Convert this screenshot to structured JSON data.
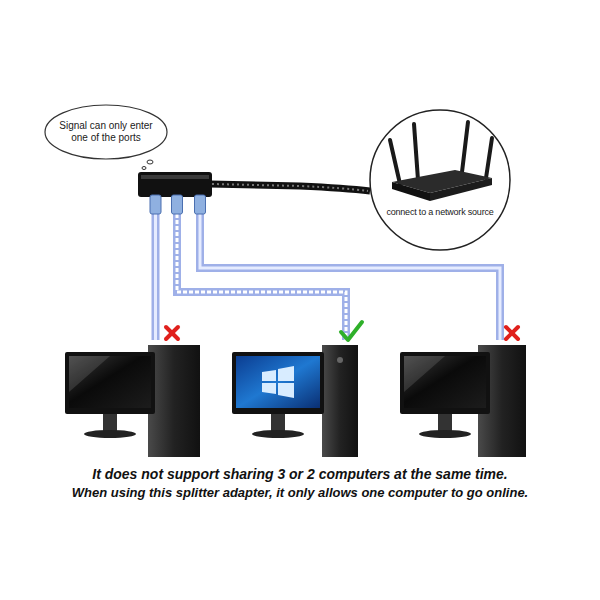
{
  "diagram": {
    "nodes": [
      {
        "text": [
          "Signal can only enter one of the ports"
        ]
      },
      {
        "text": [
          "connect to a network source"
        ]
      }
    ],
    "labels": [
      "It does not support sharing 3 or 2 computers at the same time.",
      "When using this splitter adapter, it only allows one computer to go online."
    ]
  }
}
